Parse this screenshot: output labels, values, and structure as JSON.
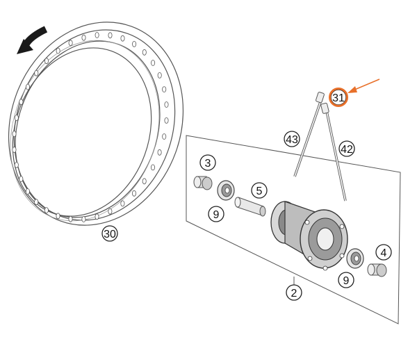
{
  "accent_color": "#e8702a",
  "callouts": {
    "rim": "30",
    "hub": "2",
    "spacer_left": "3",
    "spacer_right": "4",
    "axle_sleeve": "5",
    "bearing_left": "9",
    "bearing_right": "9",
    "nipple": "31",
    "spoke_short": "42",
    "spoke_long": "43"
  },
  "highlighted_callout": "31",
  "icons": {
    "rotation_arrow": "rotation-direction-arrow-icon",
    "pointer_arrow": "pointer-arrow-icon"
  }
}
